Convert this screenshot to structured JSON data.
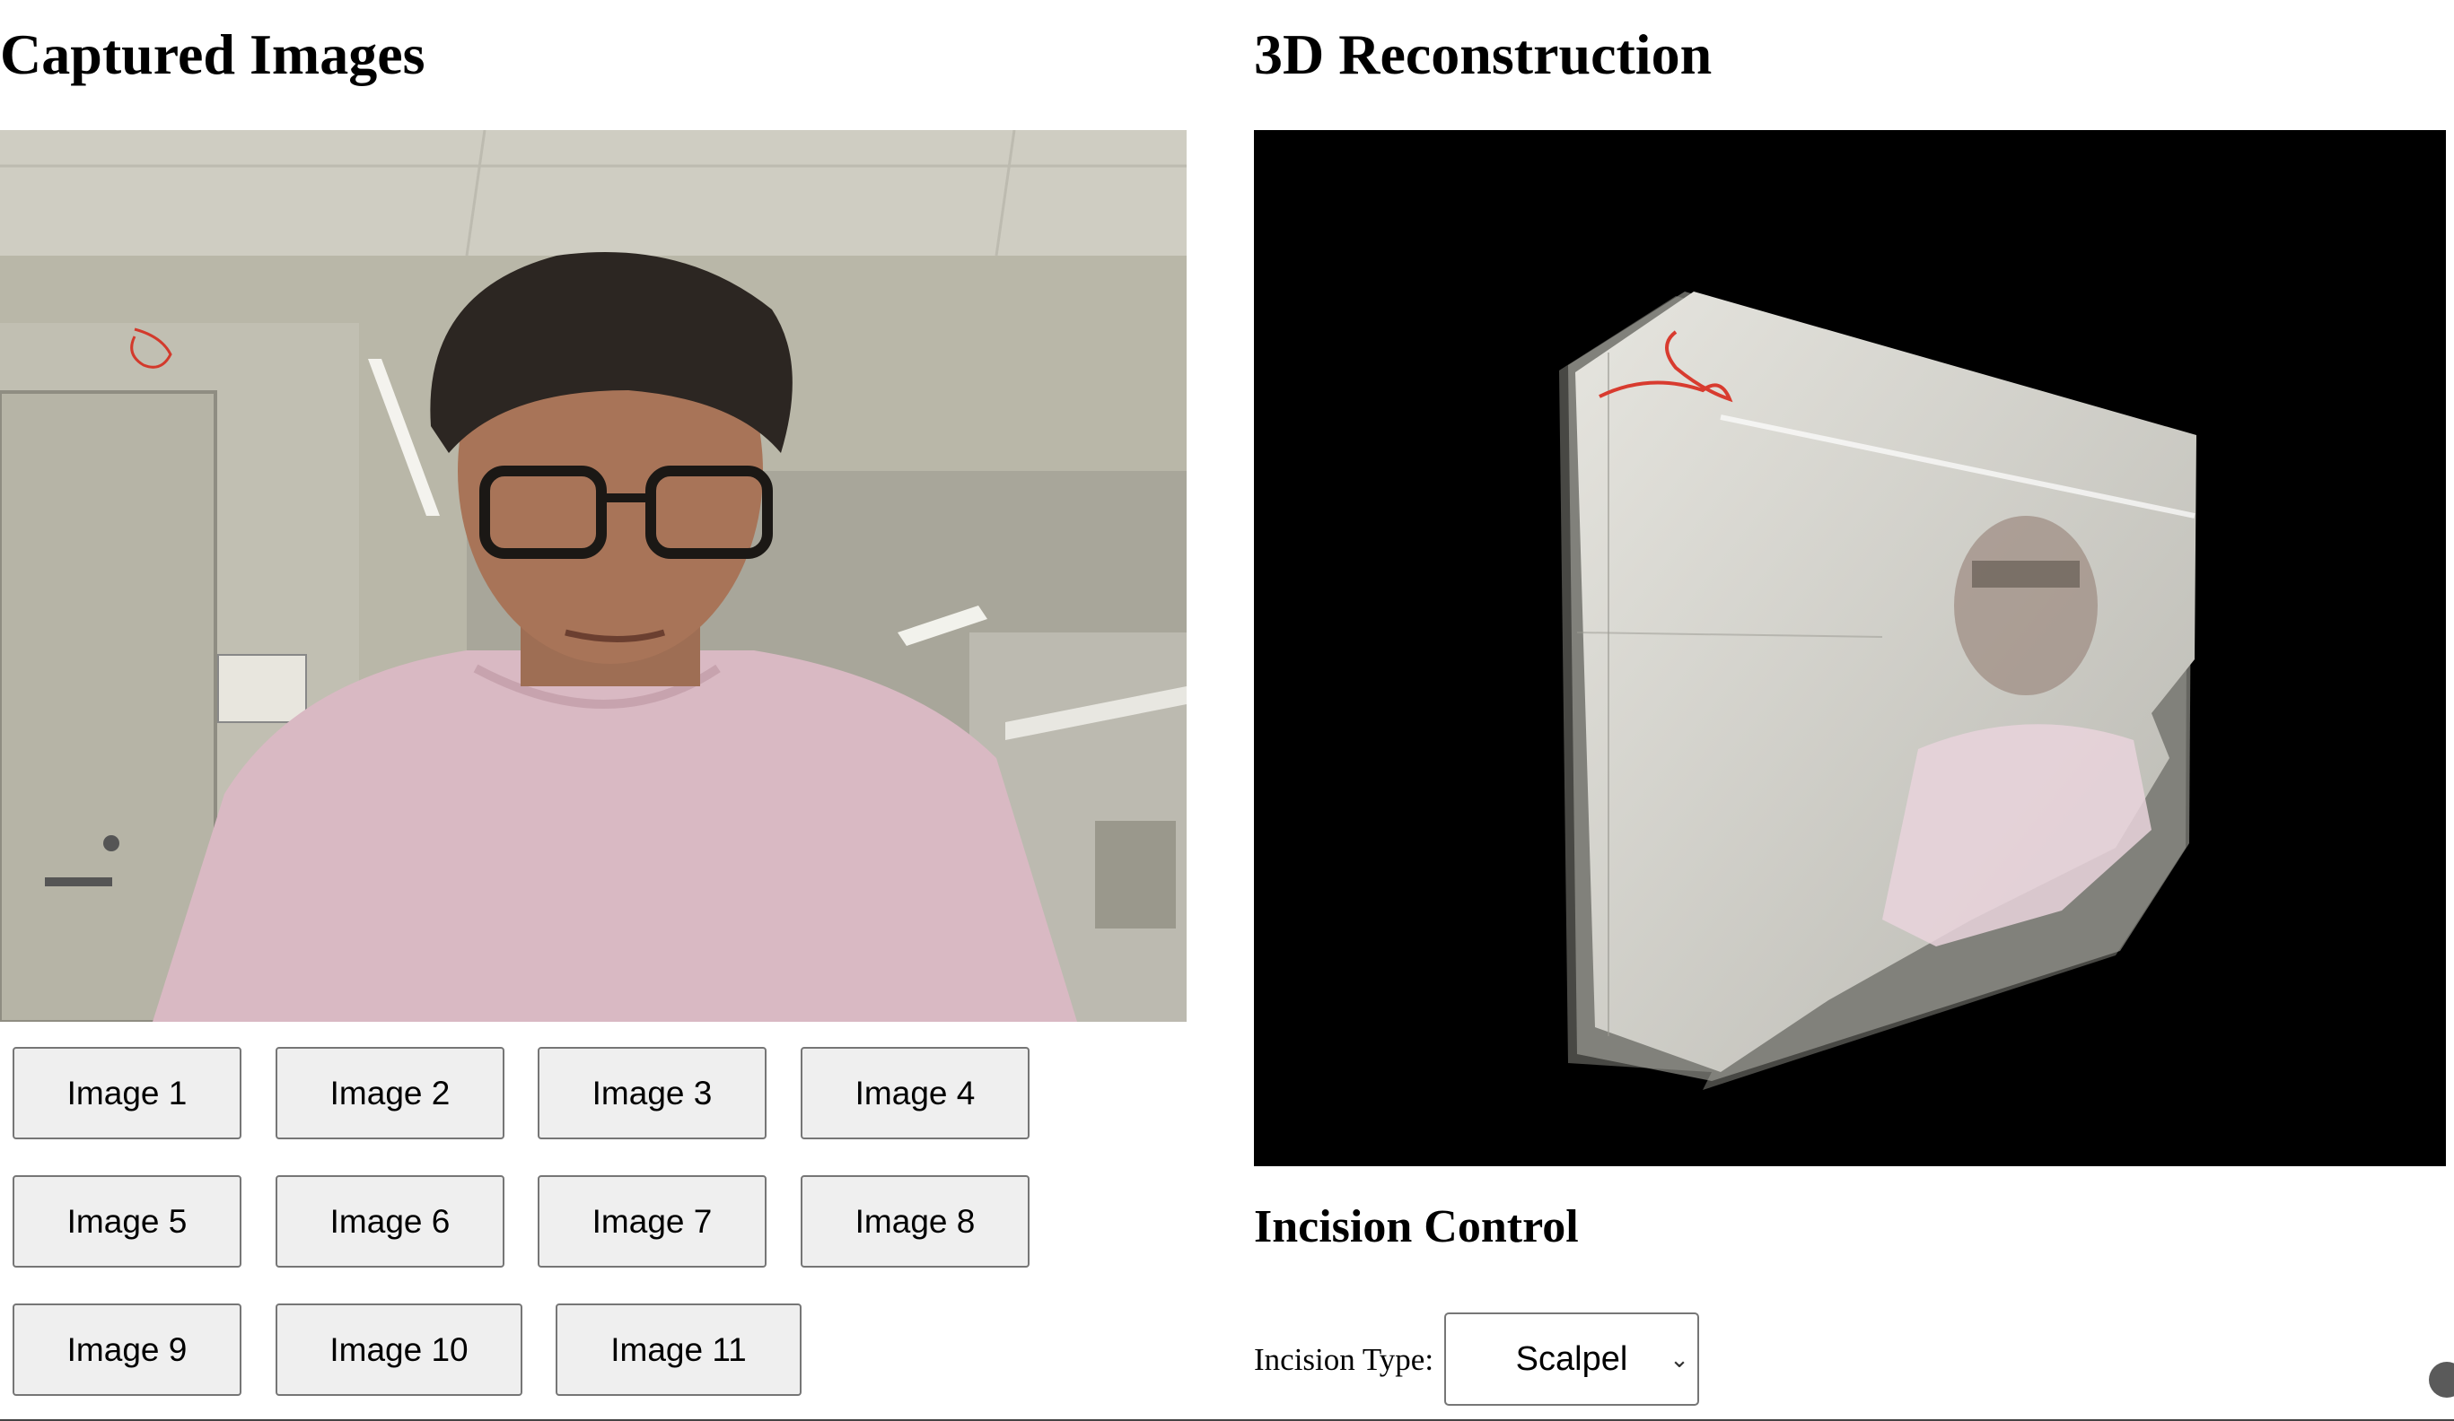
{
  "captured": {
    "title": "Captured Images",
    "buttons": [
      "Image 1",
      "Image 2",
      "Image 3",
      "Image 4",
      "Image 5",
      "Image 6",
      "Image 7",
      "Image 8",
      "Image 9",
      "Image 10",
      "Image 11"
    ]
  },
  "reconstruction": {
    "title": "3D Reconstruction"
  },
  "incision": {
    "title": "Incision Control",
    "type_label": "Incision Type:",
    "type_value": "Scalpel"
  }
}
